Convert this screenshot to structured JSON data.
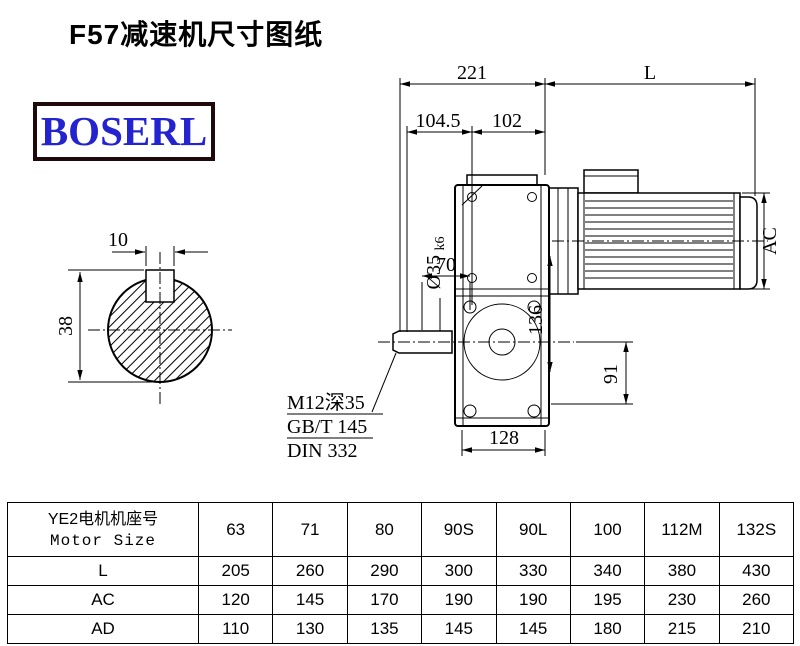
{
  "title": "F57减速机尺寸图纸",
  "logo": {
    "text": "BOSERL"
  },
  "drawing": {
    "dims": {
      "overall_width": "221",
      "motor_length": "L",
      "dim_a": "104.5",
      "dim_b": "102",
      "key_width": "10",
      "shaft_key_height": "38",
      "shaft_ext": "70",
      "shaft_dia": "Ø35",
      "shaft_dia_tol": "k6",
      "axis_height": "136",
      "motor_dia": "AC",
      "offset_bottom": "91",
      "base_width": "128"
    },
    "notes": {
      "line1": "M12深35",
      "line2": "GB/T 145",
      "line3": "DIN 332"
    }
  },
  "table": {
    "header": {
      "row_label_cn": "YE2电机机座号",
      "row_label_en": "Motor Size",
      "sizes": [
        "63",
        "71",
        "80",
        "90S",
        "90L",
        "100",
        "112M",
        "132S"
      ]
    },
    "rows": [
      {
        "label": "L",
        "values": [
          "205",
          "260",
          "290",
          "300",
          "330",
          "340",
          "380",
          "430"
        ]
      },
      {
        "label": "AC",
        "values": [
          "120",
          "145",
          "170",
          "190",
          "190",
          "195",
          "230",
          "260"
        ]
      },
      {
        "label": "AD",
        "values": [
          "110",
          "130",
          "135",
          "145",
          "145",
          "180",
          "215",
          "210"
        ]
      }
    ]
  }
}
